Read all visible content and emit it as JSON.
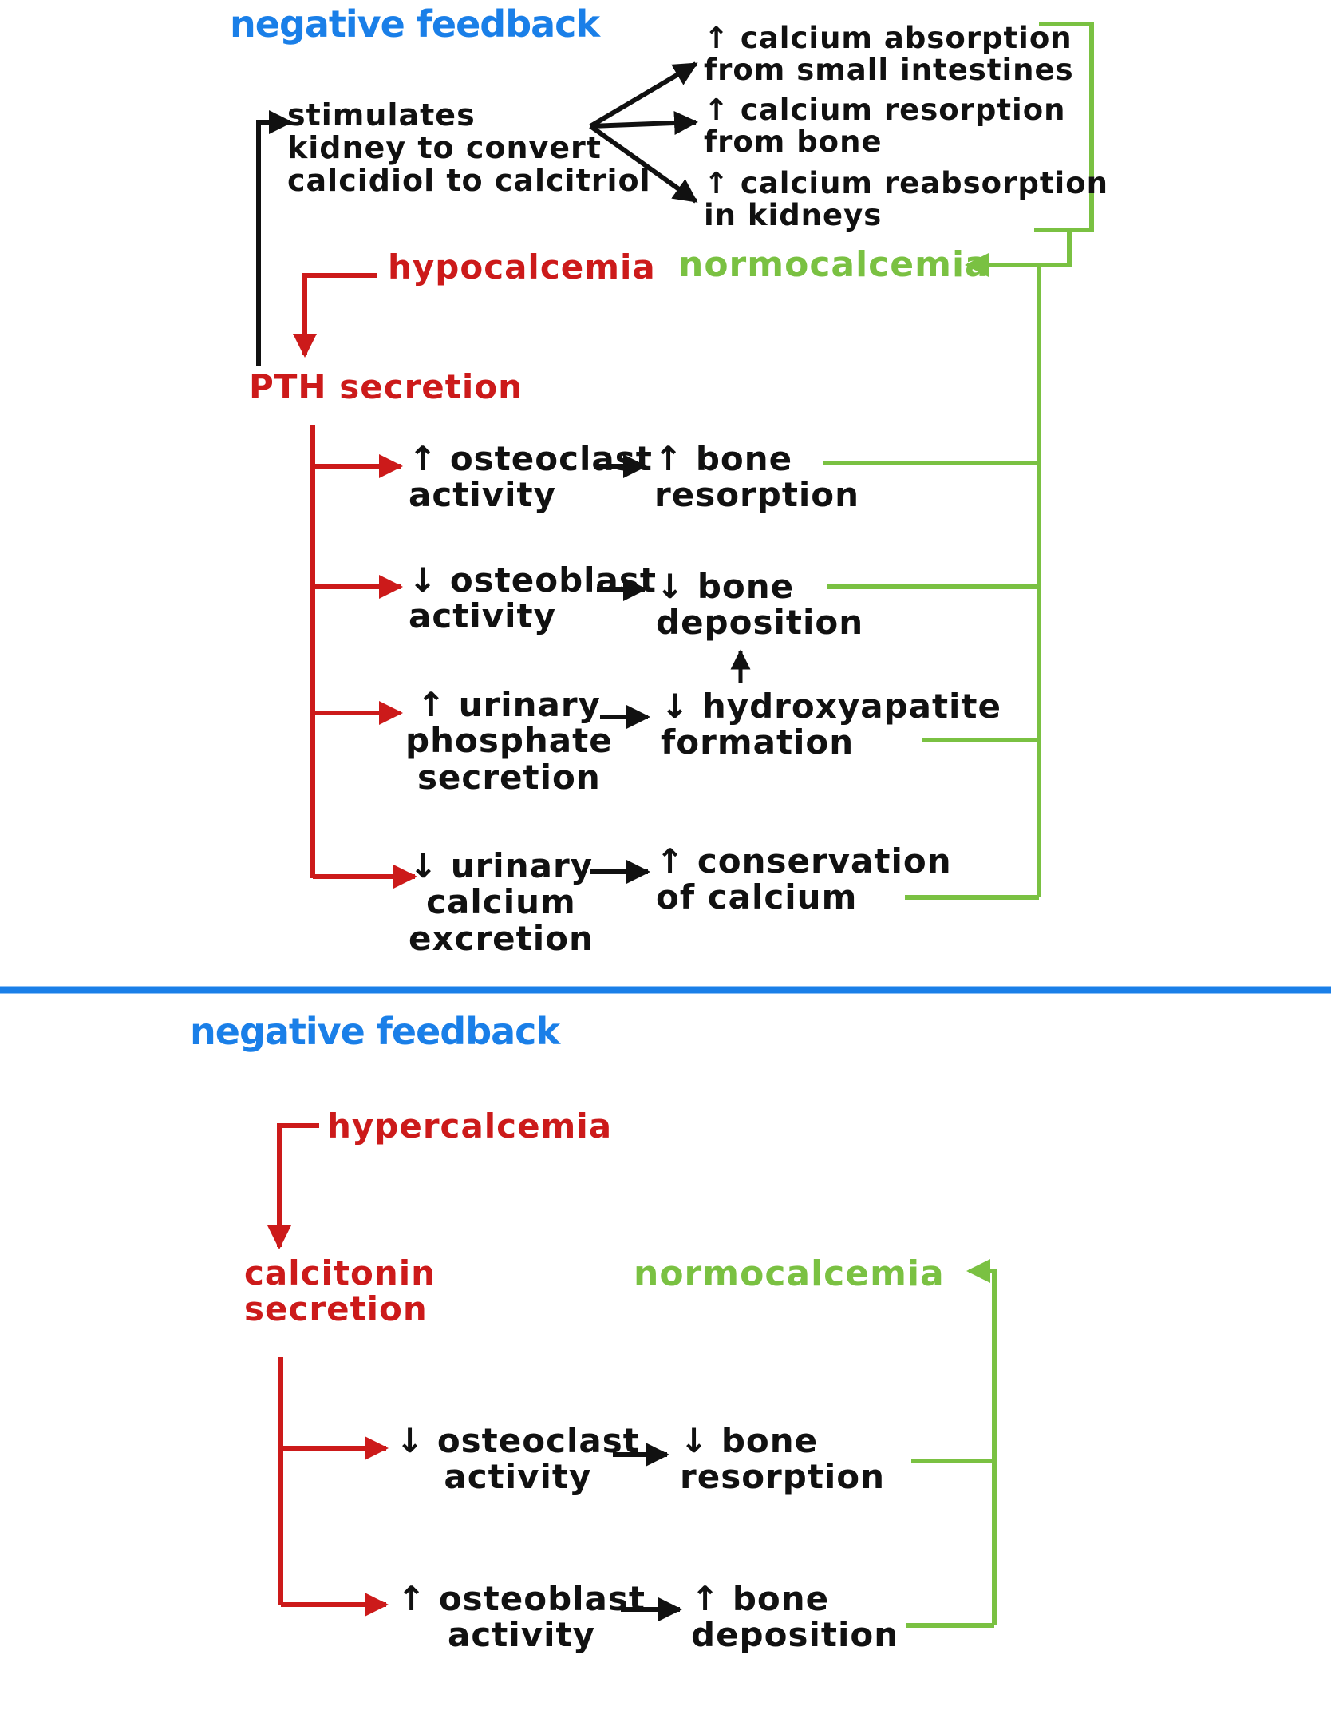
{
  "colors": {
    "blue": "#1a7fe8",
    "red": "#cc1a1a",
    "green": "#7ac142",
    "black": "#111111"
  },
  "top": {
    "title": "negative feedback",
    "kidney": "stimulates\nkidney to convert\ncalcidiol to calcitriol",
    "absorption": "↑ calcium absorption\nfrom small intestines",
    "resorption_bone": "↑ calcium resorption\nfrom bone",
    "reabsorption_kidney": "↑ calcium reabsorption\nin kidneys",
    "trigger": "hypocalcemia",
    "outcome": "normocalcemia",
    "hormone": "PTH secretion",
    "effects": [
      {
        "cause": "↑ osteoclast\nactivity",
        "result": "↑ bone\nresorption"
      },
      {
        "cause": "↓ osteoblast\nactivity",
        "result": "↓ bone\ndeposition"
      },
      {
        "cause": "↑ urinary\nphosphate\nsecretion",
        "result": "↓ hydroxyapatite\nformation"
      },
      {
        "cause": "↓ urinary\ncalcium\nexcretion",
        "result": "↑ conservation\nof calcium"
      }
    ]
  },
  "bottom": {
    "title": "negative feedback",
    "trigger": "hypercalcemia",
    "hormone": "calcitonin\nsecretion",
    "outcome": "normocalcemia",
    "effects": [
      {
        "cause": "↓ osteoclast\nactivity",
        "result": "↓ bone\nresorption"
      },
      {
        "cause": "↑ osteoblast\nactivity",
        "result": "↑ bone\ndeposition"
      }
    ]
  }
}
